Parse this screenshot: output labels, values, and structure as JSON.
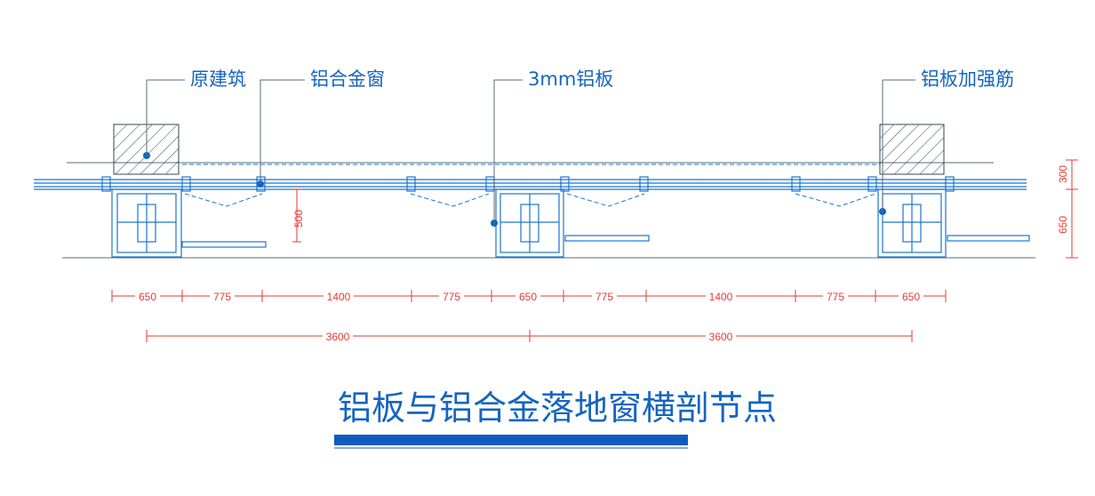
{
  "callouts": {
    "original_building": "原建筑",
    "aluminum_window": "铝合金窗",
    "aluminum_panel": "3mm铝板",
    "panel_stiffener": "铝板加强筋"
  },
  "dimensions": {
    "segments": [
      "650",
      "775",
      "1400",
      "775",
      "650",
      "775",
      "1400",
      "775",
      "650"
    ],
    "spans": [
      "3600",
      "3600"
    ],
    "depth": "500",
    "right_upper": "300",
    "right_lower": "650"
  },
  "title": "铝板与铝合金落地窗横剖节点",
  "colors": {
    "drawing": "#1976d2",
    "dimension": "#e53935",
    "title_bar": "#0d5bbf"
  }
}
